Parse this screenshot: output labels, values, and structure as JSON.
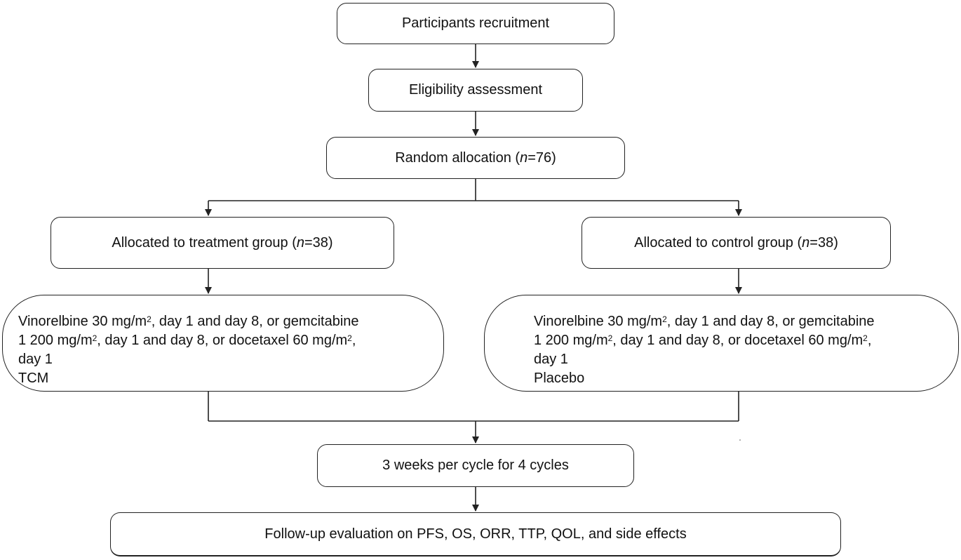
{
  "nodes": {
    "recruitment": "Participants recruitment",
    "eligibility": "Eligibility assessment",
    "random": {
      "pre": "Random allocation (",
      "n": "n",
      "post": "=76)"
    },
    "treatment_group": {
      "pre": "Allocated to treatment group (",
      "n": "n",
      "post": "=38)"
    },
    "control_group": {
      "pre": "Allocated to control group (",
      "n": "n",
      "post": "=38)"
    },
    "treatment_regimen": {
      "l1_a": "Vinorelbine 30 mg/m",
      "l1_sup": "2",
      "l1_b": ", day 1 and day 8, or gemcitabine",
      "l2_a": "1 200 mg/m",
      "l2_sup1": "2",
      "l2_b": ", day 1 and day 8, or docetaxel 60 mg/m",
      "l2_sup2": "2",
      "l2_c": ",",
      "l3": "day 1",
      "l4": "TCM"
    },
    "control_regimen": {
      "l1_a": "Vinorelbine 30 mg/m",
      "l1_sup": "2",
      "l1_b": ", day 1 and day 8, or gemcitabine",
      "l2_a": "1 200 mg/m",
      "l2_sup1": "2",
      "l2_b": ", day 1 and day 8, or docetaxel 60 mg/m",
      "l2_sup2": "2",
      "l2_c": ",",
      "l3": "day 1",
      "l4": "Placebo"
    },
    "cycles": "3 weeks per cycle for 4 cycles",
    "followup": "Follow-up evaluation on PFS, OS, ORR, TTP, QOL, and side effects"
  }
}
